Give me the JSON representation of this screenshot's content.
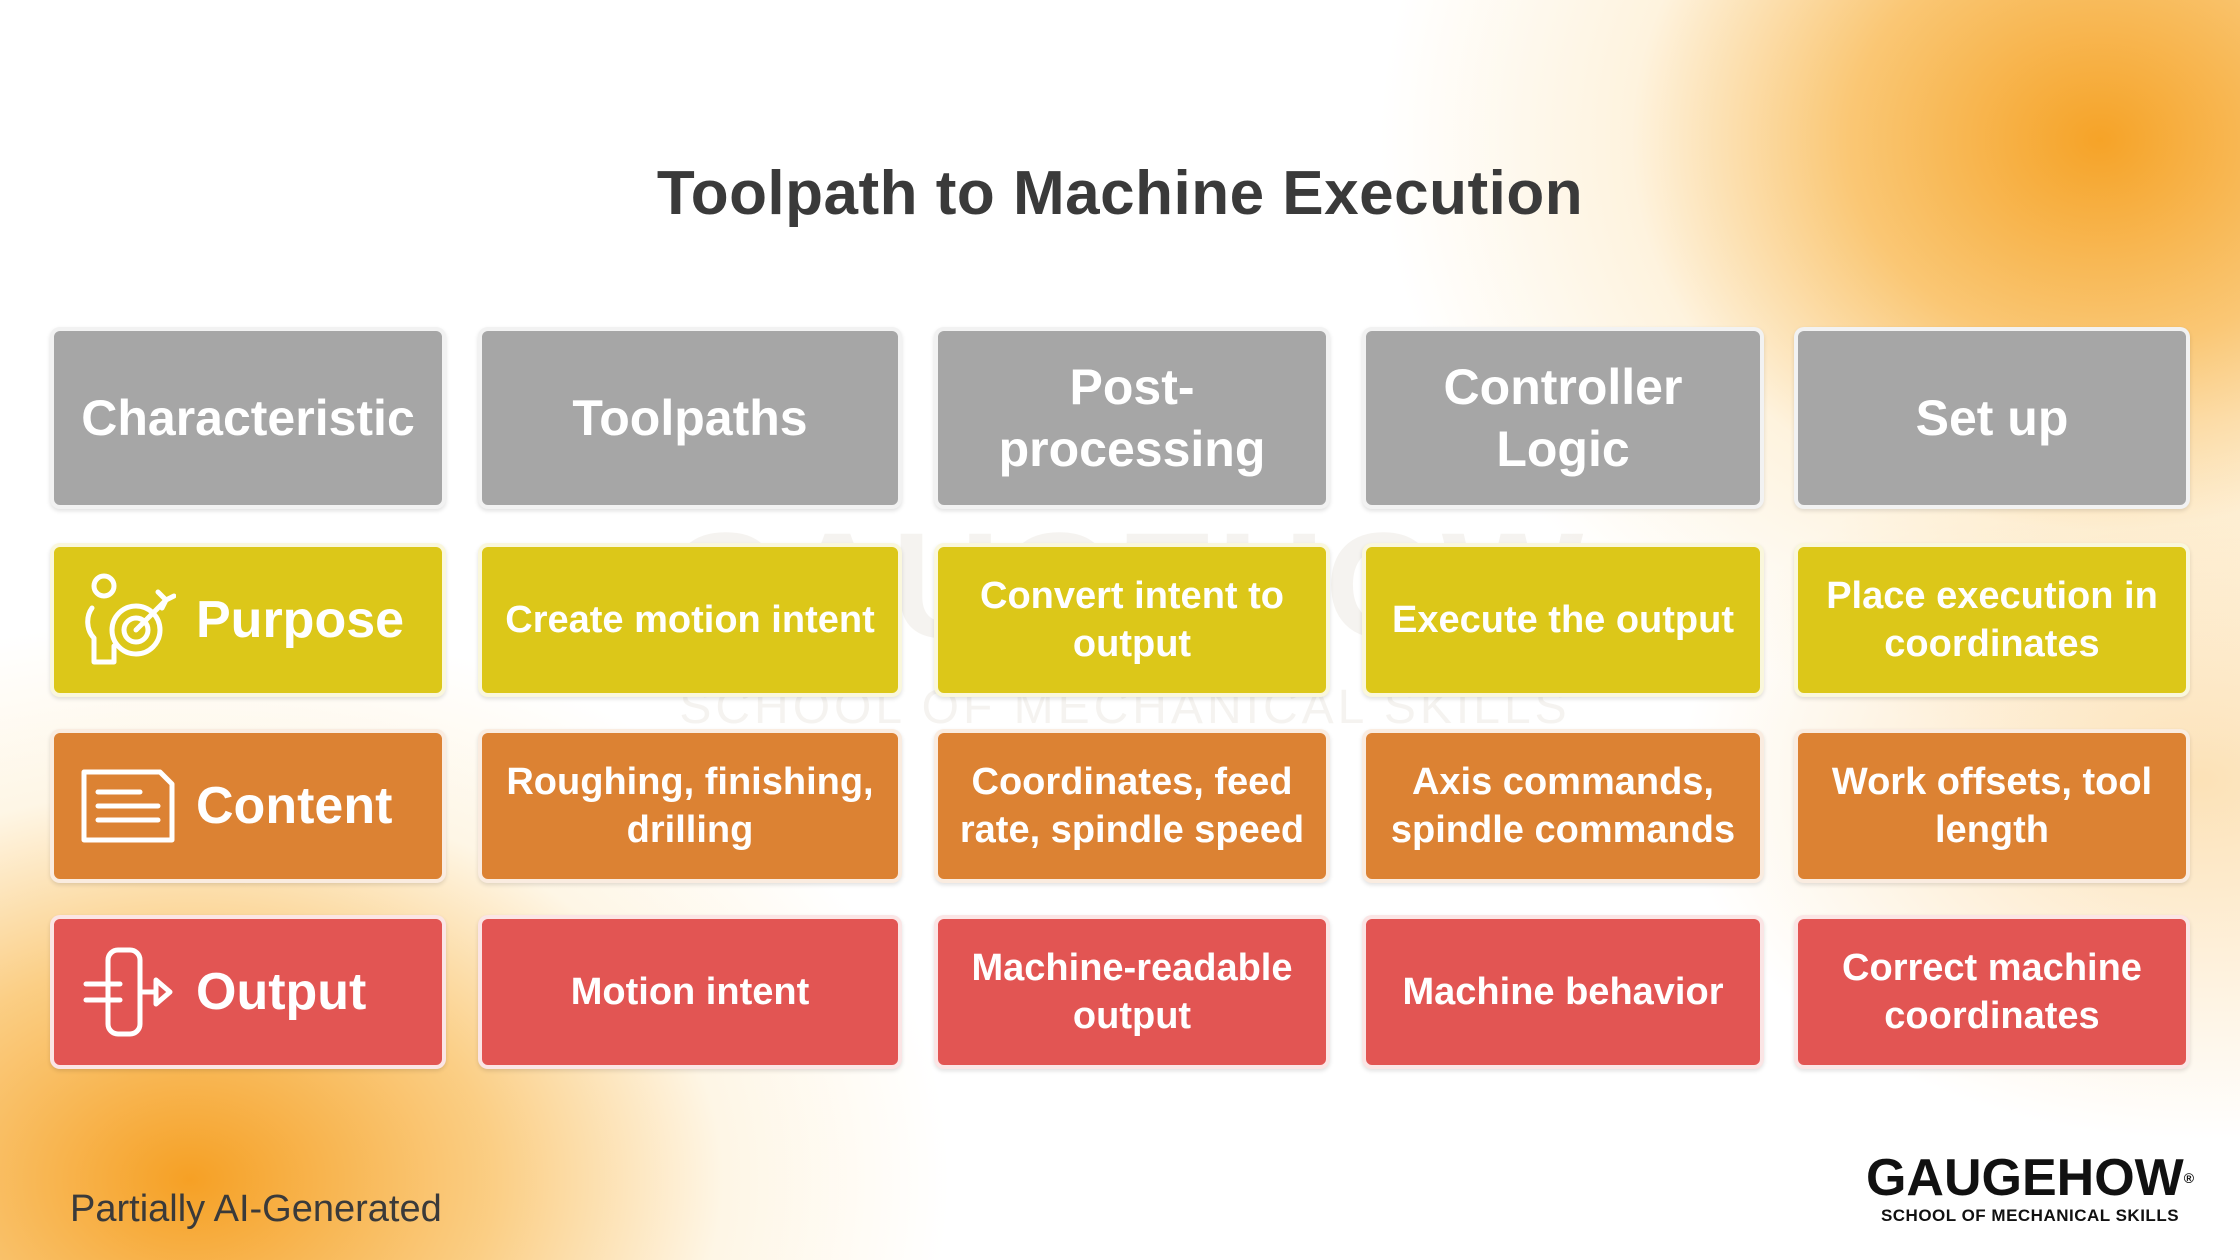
{
  "title": "Toolpath to Machine Execution",
  "headers": [
    "Characteristic",
    "Toolpaths",
    "Post-\nprocessing",
    "Controller\nLogic",
    "Set up"
  ],
  "rows": [
    {
      "label": "Purpose",
      "icon": "person-target-icon",
      "cells": [
        "Create motion intent",
        "Convert intent to\noutput",
        "Execute the output",
        "Place execution in\ncoordinates"
      ]
    },
    {
      "label": "Content",
      "icon": "document-lines-icon",
      "cells": [
        "Roughing, finishing,\ndrilling",
        "Coordinates, feed\nrate, spindle speed",
        "Axis commands,\nspindle commands",
        "Work offsets, tool\nlength"
      ]
    },
    {
      "label": "Output",
      "icon": "output-arrow-icon",
      "cells": [
        "Motion intent",
        "Machine-readable\noutput",
        "Machine behavior",
        "Correct machine\ncoordinates"
      ]
    }
  ],
  "footnote": "Partially AI-Generated",
  "logo": {
    "name": "GAUGEHOW",
    "tagline": "SCHOOL OF MECHANICAL SKILLS",
    "reg": "®"
  },
  "colors": {
    "header": "#a6a6a6",
    "purpose": "#dcc719",
    "content": "#dc8233",
    "output": "#e25553",
    "accent_orange": "#f59e1c"
  }
}
